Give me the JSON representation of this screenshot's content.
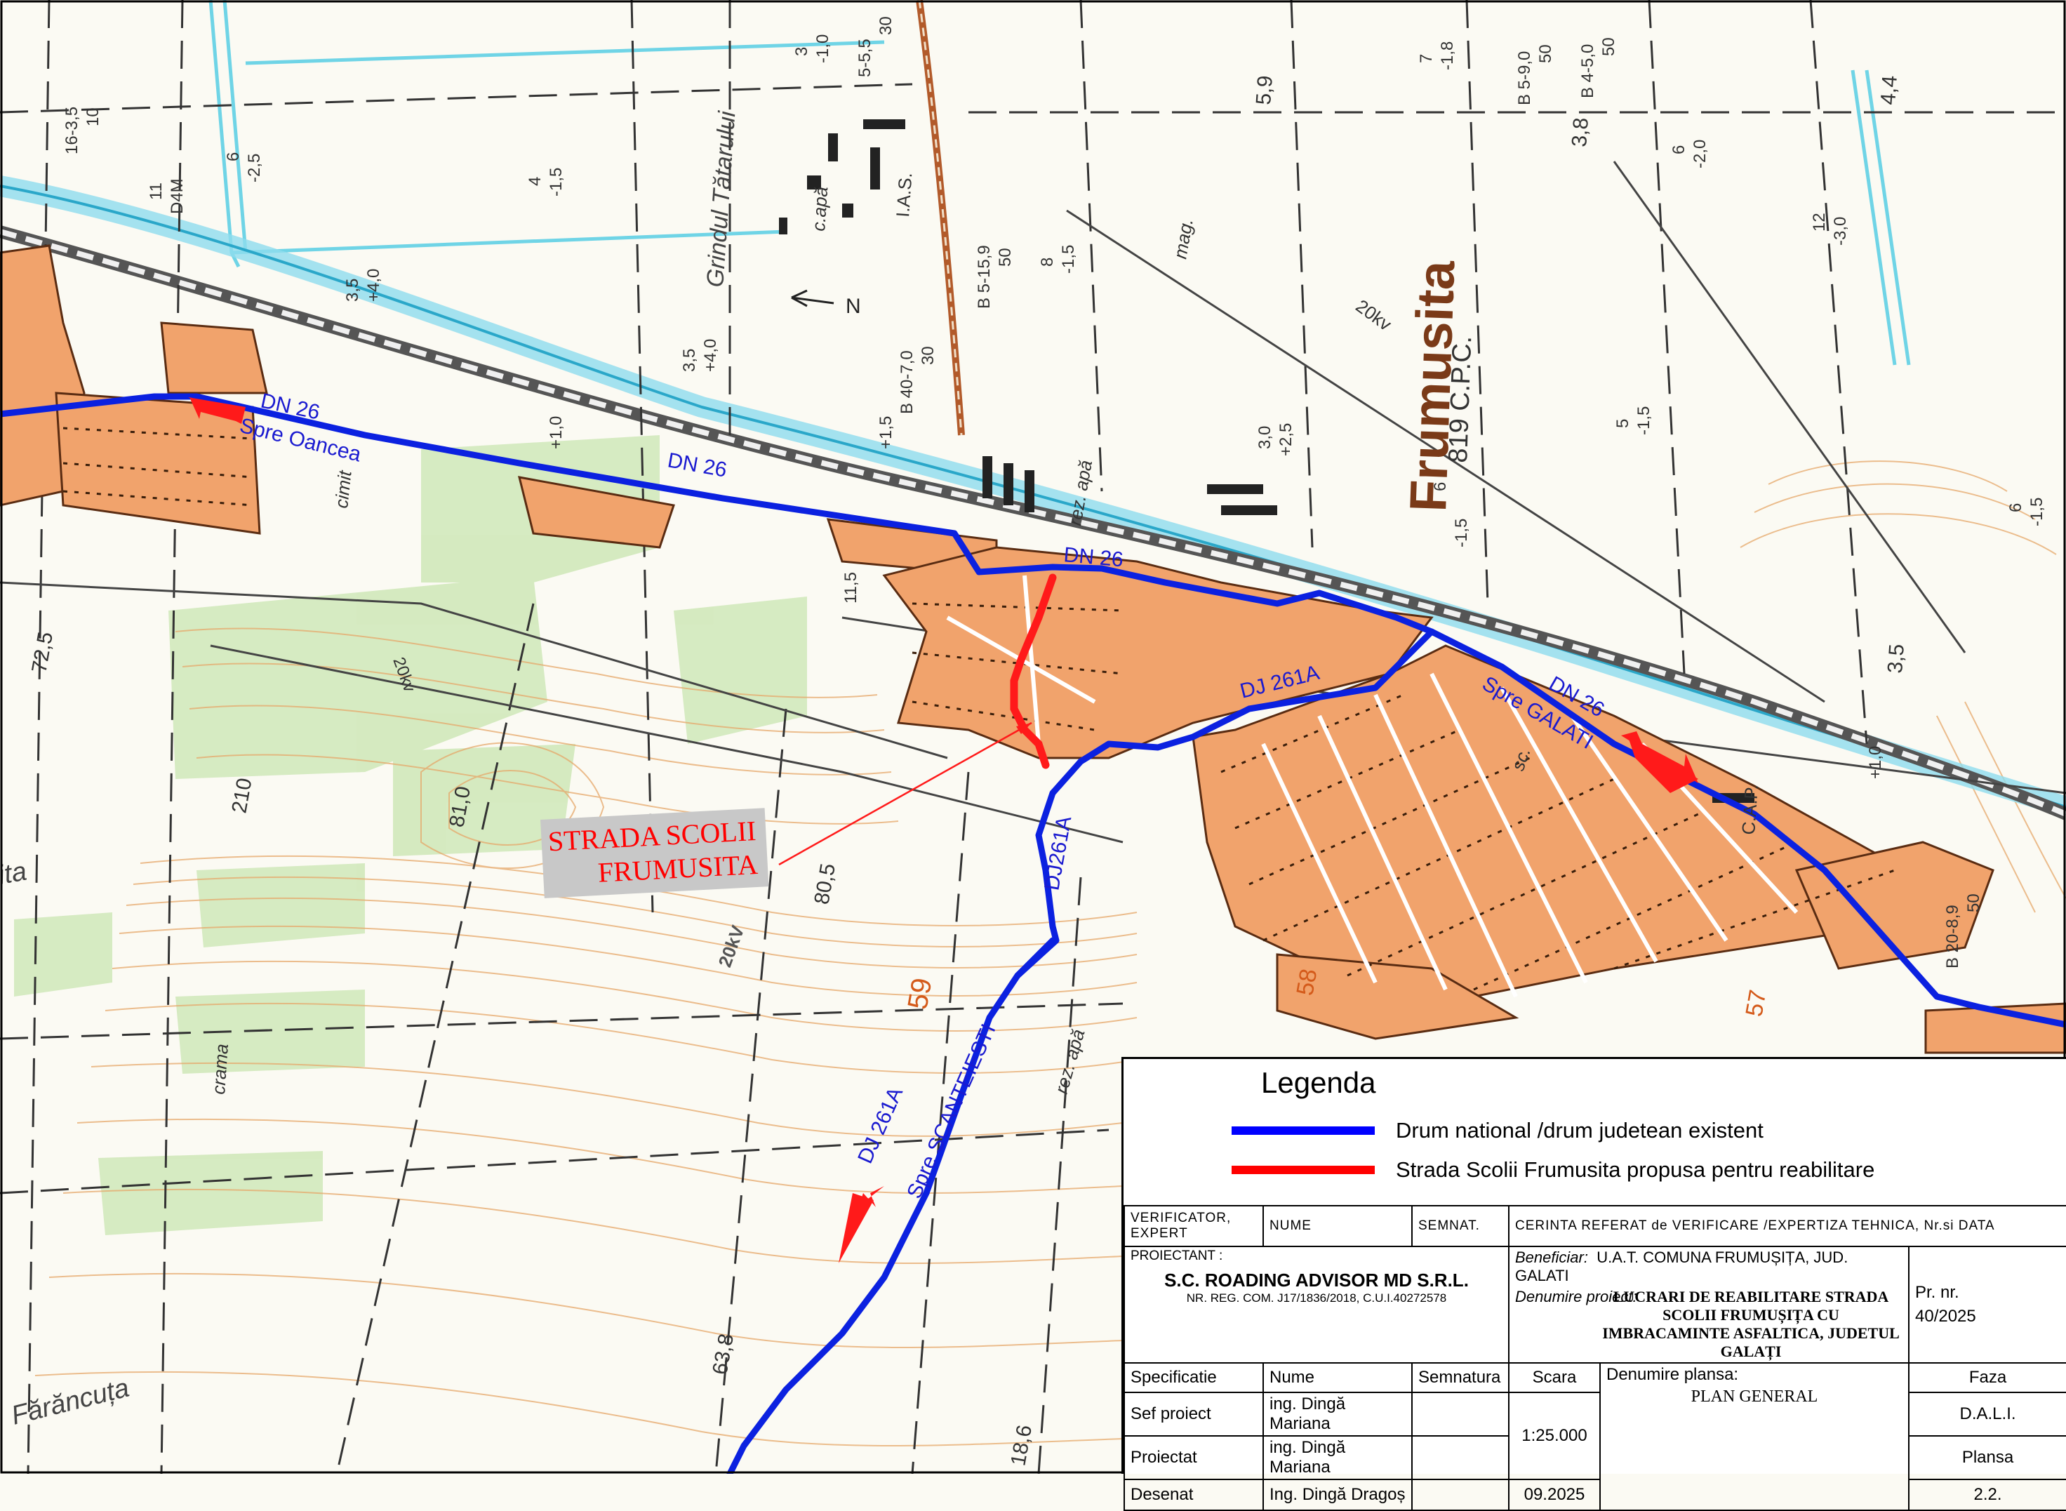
{
  "map": {
    "north_arrow_label": "N",
    "place_name": "Frumusita",
    "place_code": "819 C.P.C.",
    "roads": {
      "dn26_labels": [
        "DN 26",
        "DN 26",
        "DN 26",
        "DN 26"
      ],
      "dj261a_labels": [
        "DJ 261A",
        "DJ261A",
        "DJ 261A"
      ],
      "direction_oancea": "Spre Oancea",
      "direction_galati": "Spre GALATI",
      "direction_scanteiesti": "Spre SCANTEIESTI"
    },
    "callout": [
      "STRADA SCOLII",
      "FRUMUSITA"
    ],
    "stream_name": "Grindul Tătarului",
    "other_labels": [
      "mag.",
      "sc.",
      "C.A.P.",
      "cimit",
      "c.apă",
      "I.A.S.",
      "rez. apă",
      "rez. apă",
      "crama",
      "20kv",
      "20kV",
      "Fărăncuța",
      "ita"
    ],
    "elevations": [
      "72,5",
      "210",
      "81,0",
      "80,5",
      "63,8",
      "5,9",
      "4,4",
      "3,8",
      "3,5",
      "18,6",
      "58",
      "57",
      "59"
    ],
    "grid_notes": [
      "16-3,5",
      "10",
      "6",
      "-2,5",
      "3,5",
      "+4,0",
      "3,5",
      "+4,0",
      "4",
      "-1,5",
      "5-5,5",
      "30",
      "3",
      "-1,0",
      "7",
      "-1,8",
      "B 5-9,0",
      "50",
      "B 4-5,0",
      "50",
      "6",
      "-2,0",
      "12",
      "-3,0",
      "8",
      "-1,5",
      "5",
      "-1,5",
      "6",
      "-1,5",
      "6",
      "-1,5",
      "3,0",
      "+2,5",
      "B 40-7,0",
      "30",
      "B 5-15,9",
      "50",
      "B 20-8,9",
      "50",
      "11",
      "D4M",
      "11,5",
      "+1,5",
      "+1,0",
      "+1,0",
      "20kv"
    ]
  },
  "legend": {
    "title": "Legenda",
    "items": [
      {
        "label": "Drum national /drum judetean existent",
        "color": "#0000ff"
      },
      {
        "label": "Strada Scolii Frumusita propusa pentru reabilitare",
        "color": "#ff0000"
      }
    ]
  },
  "title_block": {
    "row1": {
      "verificator": "VERIFICATOR, EXPERT",
      "nume": "NUME",
      "semnat": "SEMNAT.",
      "cerinta": "CERINTA REFERAT de VERIFICARE /EXPERTIZA TEHNICA, Nr.si DATA"
    },
    "proiectant_label": "PROIECTANT :",
    "company": "S.C. ROADING ADVISOR MD S.R.L.",
    "company_reg": "NR. REG. COM. J17/1836/2018, C.U.I.40272578",
    "beneficiar_label": "Beneficiar:",
    "beneficiar": "U.A.T. COMUNA FRUMUȘIȚA, JUD. GALATI",
    "proiect_label": "Denumire proiect:",
    "proiect": "LUCRARI DE REABILITARE STRADA SCOLII FRUMUȘIȚA CU IMBRACAMINTE ASFALTICA, JUDETUL GALAȚI",
    "pr_nr_label": "Pr. nr.",
    "pr_nr": "40/2025",
    "headers": {
      "specificatie": "Specificatie",
      "nume": "Nume",
      "semnatura": "Semnatura",
      "scara": "Scara",
      "denumire_plansa": "Denumire plansa:",
      "faza": "Faza"
    },
    "rows": [
      {
        "role": "Sef proiect",
        "name": "ing. Dingă  Mariana"
      },
      {
        "role": "Proiectat",
        "name": "ing. Dingă  Mariana"
      },
      {
        "role": "Desenat",
        "name": "Ing. Dingă Dragoș"
      }
    ],
    "scara": "1:25.000",
    "data": "09.2025",
    "plansa_name": "PLAN GENERAL",
    "faza": "D.A.L.I.",
    "plansa_label": "Plansa",
    "plansa_nr": "2.2."
  }
}
